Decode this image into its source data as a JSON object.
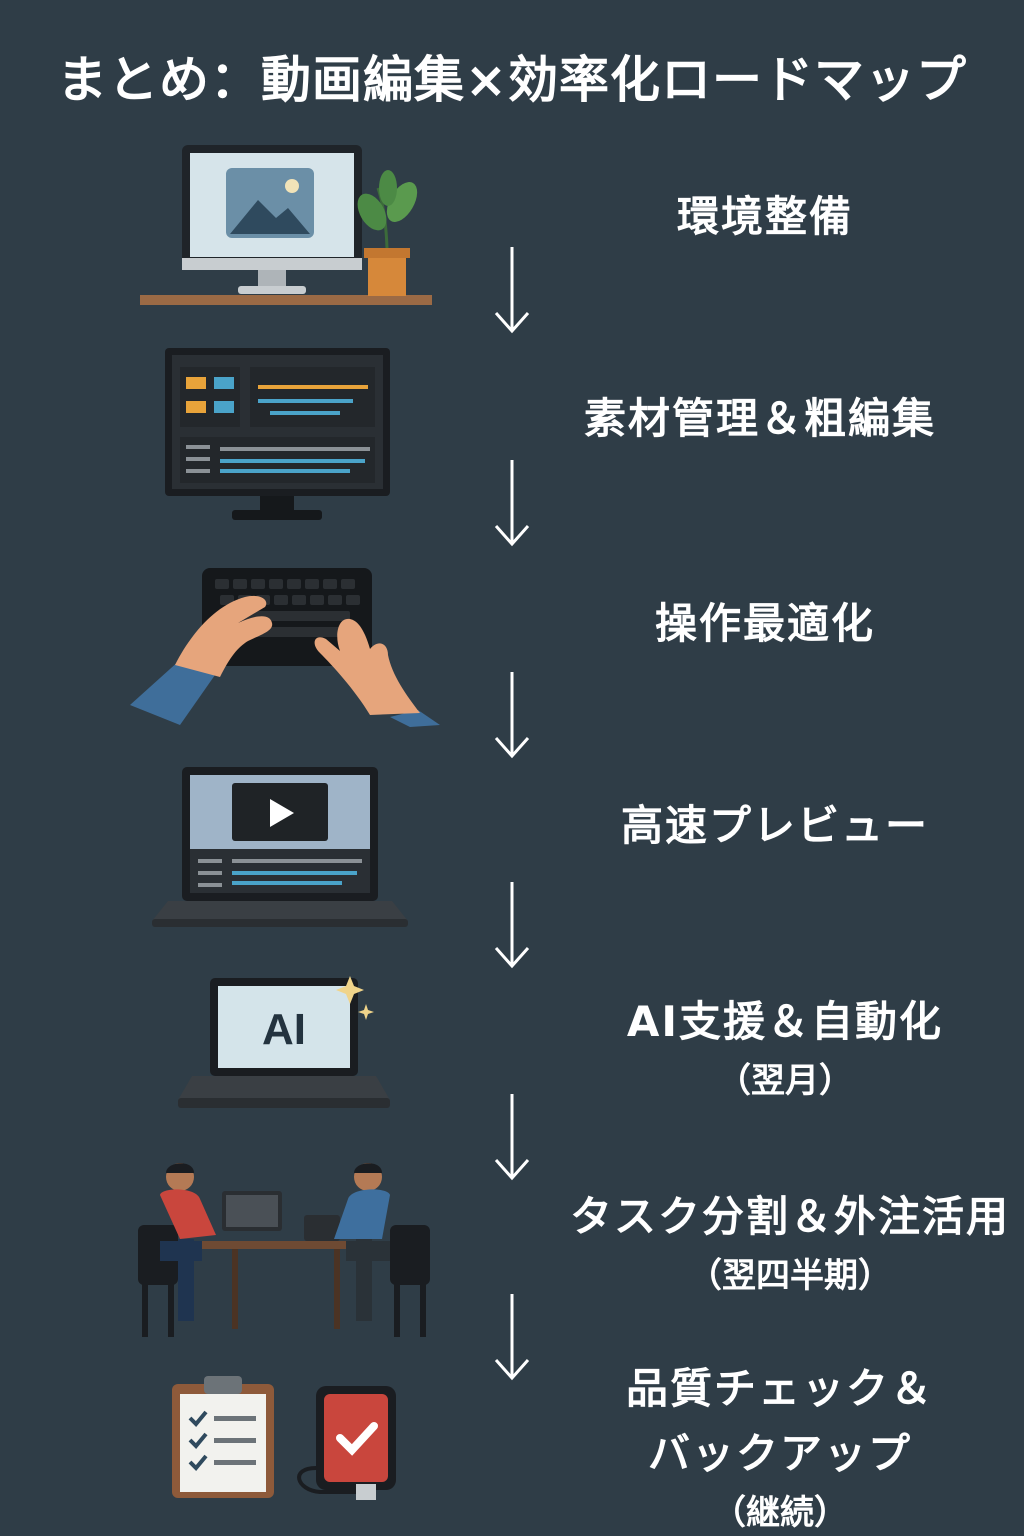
{
  "title": "まとめ：動画編集×効率化ロードマップ",
  "steps": [
    {
      "label": "環境整備",
      "icon": "monitor-with-plant-icon"
    },
    {
      "label": "素材管理＆粗編集",
      "icon": "editing-monitor-icon"
    },
    {
      "label": "操作最適化",
      "icon": "keyboard-hands-icon"
    },
    {
      "label": "高速プレビュー",
      "icon": "laptop-play-icon"
    },
    {
      "label": "AI支援＆自動化",
      "sub": "（翌月）",
      "icon": "ai-laptop-icon",
      "icon_text": "AI"
    },
    {
      "label": "タスク分割＆外注活用",
      "sub": "（翌四半期）",
      "icon": "team-meeting-icon"
    },
    {
      "label_line1": "品質チェック＆",
      "label_line2": "バックアップ",
      "sub": "（継続）",
      "icon": "clipboard-backup-icon"
    }
  ],
  "colors": {
    "background": "#2f3d47",
    "text": "#ffffff",
    "accent_orange": "#e8a33a",
    "accent_blue": "#4aa3c9"
  }
}
